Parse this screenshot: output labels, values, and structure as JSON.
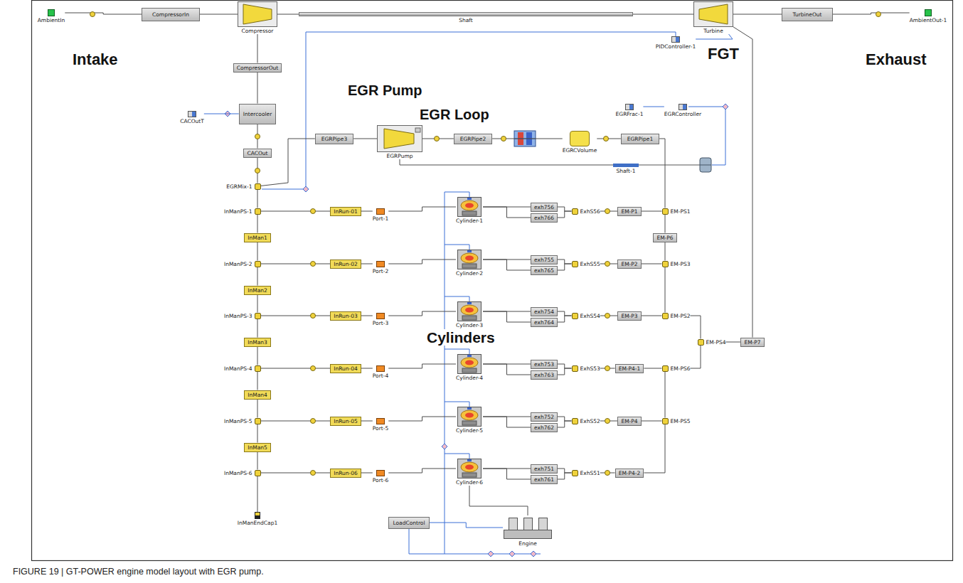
{
  "diagram": {
    "caption": "FIGURE 19 | GT-POWER engine model layout with EGR pump.",
    "nodes": [
      {
        "text": [
          "AmbientIn"
        ]
      },
      {
        "text": [
          "CompressorIn"
        ]
      },
      {
        "text": [
          "Compressor"
        ]
      },
      {
        "text": [
          "Shaft"
        ]
      },
      {
        "text": [
          "Turbine"
        ]
      },
      {
        "text": [
          "TurbineOut"
        ]
      },
      {
        "text": [
          "AmbientOut-1"
        ]
      },
      {
        "text": [
          "PIDController-1"
        ]
      },
      {
        "text": [
          "CompressorOut"
        ]
      },
      {
        "text": [
          "EGRFrac-1"
        ]
      },
      {
        "text": [
          "EGRController"
        ]
      },
      {
        "text": [
          "CACOutT"
        ]
      },
      {
        "text": [
          "Intercooler"
        ]
      },
      {
        "text": [
          "CACOut"
        ]
      },
      {
        "text": [
          "EGRPipe3"
        ]
      },
      {
        "text": [
          "EGRPump"
        ]
      },
      {
        "text": [
          "EGRPipe2"
        ]
      },
      {
        "text": [
          "EGRCVolume"
        ]
      },
      {
        "text": [
          "EGRPipe1"
        ]
      },
      {
        "text": [
          "Shaft-1"
        ]
      },
      {
        "text": [
          "EGRMix-1"
        ]
      },
      {
        "text": [
          "InManPS-1"
        ]
      },
      {
        "text": [
          "InRun-01"
        ]
      },
      {
        "text": [
          "Port-1"
        ]
      },
      {
        "text": [
          "Cylinder-1"
        ]
      },
      {
        "text": [
          "exh756"
        ]
      },
      {
        "text": [
          "exh766"
        ]
      },
      {
        "text": [
          "ExhS56"
        ]
      },
      {
        "text": [
          "EM-P1"
        ]
      },
      {
        "text": [
          "EM-PS1"
        ]
      },
      {
        "text": [
          "InManPS-2"
        ]
      },
      {
        "text": [
          "InRun-02"
        ]
      },
      {
        "text": [
          "Port-2"
        ]
      },
      {
        "text": [
          "Cylinder-2"
        ]
      },
      {
        "text": [
          "exh755"
        ]
      },
      {
        "text": [
          "exh765"
        ]
      },
      {
        "text": [
          "ExhS55"
        ]
      },
      {
        "text": [
          "EM-P2"
        ]
      },
      {
        "text": [
          "EM-PS3"
        ]
      },
      {
        "text": [
          "InManPS-3"
        ]
      },
      {
        "text": [
          "InRun-03"
        ]
      },
      {
        "text": [
          "Port-3"
        ]
      },
      {
        "text": [
          "Cylinder-3"
        ]
      },
      {
        "text": [
          "exh754"
        ]
      },
      {
        "text": [
          "exh764"
        ]
      },
      {
        "text": [
          "ExhS54"
        ]
      },
      {
        "text": [
          "EM-P3"
        ]
      },
      {
        "text": [
          "EM-PS2"
        ]
      },
      {
        "text": [
          "InManPS-4"
        ]
      },
      {
        "text": [
          "InRun-04"
        ]
      },
      {
        "text": [
          "Port-4"
        ]
      },
      {
        "text": [
          "Cylinder-4"
        ]
      },
      {
        "text": [
          "exh753"
        ]
      },
      {
        "text": [
          "exh763"
        ]
      },
      {
        "text": [
          "ExhS53"
        ]
      },
      {
        "text": [
          "EM-P4-1"
        ]
      },
      {
        "text": [
          "EM-PS6"
        ]
      },
      {
        "text": [
          "InManPS-5"
        ]
      },
      {
        "text": [
          "InRun-05"
        ]
      },
      {
        "text": [
          "Port-5"
        ]
      },
      {
        "text": [
          "Cylinder-5"
        ]
      },
      {
        "text": [
          "exh752"
        ]
      },
      {
        "text": [
          "exh762"
        ]
      },
      {
        "text": [
          "ExhS52"
        ]
      },
      {
        "text": [
          "EM-P4"
        ]
      },
      {
        "text": [
          "EM-PS5"
        ]
      },
      {
        "text": [
          "InManPS-6"
        ]
      },
      {
        "text": [
          "InRun-06"
        ]
      },
      {
        "text": [
          "Port-6"
        ]
      },
      {
        "text": [
          "Cylinder-6"
        ]
      },
      {
        "text": [
          "exh751"
        ]
      },
      {
        "text": [
          "exh761"
        ]
      },
      {
        "text": [
          "ExhS51"
        ]
      },
      {
        "text": [
          "EM-P4-2"
        ]
      },
      {
        "text": [
          "InMan1"
        ]
      },
      {
        "text": [
          "InMan2"
        ]
      },
      {
        "text": [
          "InMan3"
        ]
      },
      {
        "text": [
          "InMan4"
        ]
      },
      {
        "text": [
          "InMan5"
        ]
      },
      {
        "text": [
          "InManEndCap1"
        ]
      },
      {
        "text": [
          "EM-P6"
        ]
      },
      {
        "text": [
          "EM-PS4"
        ]
      },
      {
        "text": [
          "EM-P7"
        ]
      },
      {
        "text": [
          "LoadControl"
        ]
      },
      {
        "text": [
          "Engine"
        ]
      }
    ],
    "edges": [
      {
        "from": 0,
        "to": 1,
        "arrow": "none"
      },
      {
        "from": 1,
        "to": 2,
        "arrow": "none"
      },
      {
        "from": 2,
        "to": 3,
        "arrow": "none"
      },
      {
        "from": 3,
        "to": 4,
        "arrow": "none"
      },
      {
        "from": 4,
        "to": 5,
        "arrow": "none"
      },
      {
        "from": 5,
        "to": 6,
        "arrow": "none"
      },
      {
        "from": 7,
        "to": 4,
        "arrow": "none"
      },
      {
        "from": 2,
        "to": 8,
        "arrow": "none"
      },
      {
        "from": 8,
        "to": 12,
        "arrow": "none"
      },
      {
        "from": 11,
        "to": 12,
        "arrow": "none"
      },
      {
        "from": 12,
        "to": 13,
        "arrow": "none"
      },
      {
        "from": 13,
        "to": 20,
        "arrow": "none"
      },
      {
        "from": 14,
        "to": 20,
        "arrow": "none"
      },
      {
        "from": 14,
        "to": 15,
        "arrow": "none"
      },
      {
        "from": 15,
        "to": 16,
        "arrow": "none"
      },
      {
        "from": 16,
        "to": 17,
        "arrow": "none"
      },
      {
        "from": 17,
        "to": 18,
        "arrow": "none"
      },
      {
        "from": 18,
        "to": 29,
        "arrow": "none"
      },
      {
        "from": 15,
        "to": 19,
        "arrow": "none"
      },
      {
        "from": 9,
        "to": 10,
        "arrow": "none"
      },
      {
        "from": 20,
        "to": 21,
        "arrow": "none"
      },
      {
        "from": 21,
        "to": 74,
        "arrow": "none"
      },
      {
        "from": 74,
        "to": 30,
        "arrow": "none"
      },
      {
        "from": 30,
        "to": 75,
        "arrow": "none"
      },
      {
        "from": 75,
        "to": 39,
        "arrow": "none"
      },
      {
        "from": 39,
        "to": 76,
        "arrow": "none"
      },
      {
        "from": 76,
        "to": 48,
        "arrow": "none"
      },
      {
        "from": 48,
        "to": 77,
        "arrow": "none"
      },
      {
        "from": 77,
        "to": 57,
        "arrow": "none"
      },
      {
        "from": 57,
        "to": 78,
        "arrow": "none"
      },
      {
        "from": 78,
        "to": 66,
        "arrow": "none"
      },
      {
        "from": 66,
        "to": 79,
        "arrow": "none"
      },
      {
        "from": 21,
        "to": 22,
        "arrow": "none"
      },
      {
        "from": 22,
        "to": 23,
        "arrow": "none"
      },
      {
        "from": 23,
        "to": 24,
        "arrow": "none"
      },
      {
        "from": 24,
        "to": 25,
        "arrow": "none"
      },
      {
        "from": 24,
        "to": 26,
        "arrow": "none"
      },
      {
        "from": 25,
        "to": 27,
        "arrow": "none"
      },
      {
        "from": 26,
        "to": 27,
        "arrow": "none"
      },
      {
        "from": 27,
        "to": 28,
        "arrow": "none"
      },
      {
        "from": 28,
        "to": 29,
        "arrow": "none"
      },
      {
        "from": 30,
        "to": 31,
        "arrow": "none"
      },
      {
        "from": 31,
        "to": 32,
        "arrow": "none"
      },
      {
        "from": 32,
        "to": 33,
        "arrow": "none"
      },
      {
        "from": 33,
        "to": 34,
        "arrow": "none"
      },
      {
        "from": 33,
        "to": 35,
        "arrow": "none"
      },
      {
        "from": 34,
        "to": 36,
        "arrow": "none"
      },
      {
        "from": 35,
        "to": 36,
        "arrow": "none"
      },
      {
        "from": 36,
        "to": 37,
        "arrow": "none"
      },
      {
        "from": 37,
        "to": 38,
        "arrow": "none"
      },
      {
        "from": 39,
        "to": 40,
        "arrow": "none"
      },
      {
        "from": 40,
        "to": 41,
        "arrow": "none"
      },
      {
        "from": 41,
        "to": 42,
        "arrow": "none"
      },
      {
        "from": 42,
        "to": 43,
        "arrow": "none"
      },
      {
        "from": 42,
        "to": 44,
        "arrow": "none"
      },
      {
        "from": 43,
        "to": 45,
        "arrow": "none"
      },
      {
        "from": 44,
        "to": 45,
        "arrow": "none"
      },
      {
        "from": 45,
        "to": 46,
        "arrow": "none"
      },
      {
        "from": 46,
        "to": 47,
        "arrow": "none"
      },
      {
        "from": 48,
        "to": 49,
        "arrow": "none"
      },
      {
        "from": 49,
        "to": 50,
        "arrow": "none"
      },
      {
        "from": 50,
        "to": 51,
        "arrow": "none"
      },
      {
        "from": 51,
        "to": 52,
        "arrow": "none"
      },
      {
        "from": 51,
        "to": 53,
        "arrow": "none"
      },
      {
        "from": 52,
        "to": 54,
        "arrow": "none"
      },
      {
        "from": 53,
        "to": 54,
        "arrow": "none"
      },
      {
        "from": 54,
        "to": 55,
        "arrow": "none"
      },
      {
        "from": 55,
        "to": 56,
        "arrow": "none"
      },
      {
        "from": 57,
        "to": 58,
        "arrow": "none"
      },
      {
        "from": 58,
        "to": 59,
        "arrow": "none"
      },
      {
        "from": 59,
        "to": 60,
        "arrow": "none"
      },
      {
        "from": 60,
        "to": 61,
        "arrow": "none"
      },
      {
        "from": 60,
        "to": 62,
        "arrow": "none"
      },
      {
        "from": 61,
        "to": 63,
        "arrow": "none"
      },
      {
        "from": 62,
        "to": 63,
        "arrow": "none"
      },
      {
        "from": 63,
        "to": 64,
        "arrow": "none"
      },
      {
        "from": 64,
        "to": 65,
        "arrow": "none"
      },
      {
        "from": 66,
        "to": 67,
        "arrow": "none"
      },
      {
        "from": 67,
        "to": 68,
        "arrow": "none"
      },
      {
        "from": 68,
        "to": 69,
        "arrow": "none"
      },
      {
        "from": 69,
        "to": 70,
        "arrow": "none"
      },
      {
        "from": 69,
        "to": 71,
        "arrow": "none"
      },
      {
        "from": 70,
        "to": 72,
        "arrow": "none"
      },
      {
        "from": 71,
        "to": 72,
        "arrow": "none"
      },
      {
        "from": 72,
        "to": 73,
        "arrow": "none"
      },
      {
        "from": 73,
        "to": 65,
        "arrow": "none"
      },
      {
        "from": 29,
        "to": 80,
        "arrow": "none"
      },
      {
        "from": 80,
        "to": 38,
        "arrow": "none"
      },
      {
        "from": 38,
        "to": 47,
        "arrow": "none"
      },
      {
        "from": 47,
        "to": 81,
        "arrow": "none"
      },
      {
        "from": 65,
        "to": 56,
        "arrow": "none"
      },
      {
        "from": 56,
        "to": 81,
        "arrow": "none"
      },
      {
        "from": 81,
        "to": 82,
        "arrow": "none"
      },
      {
        "from": 82,
        "to": 4,
        "arrow": "none"
      },
      {
        "from": 69,
        "to": 84,
        "arrow": "none"
      },
      {
        "from": 83,
        "to": 84,
        "arrow": "none"
      }
    ],
    "labels": [
      "Intake",
      "FGT",
      "Exhaust",
      "EGR Pump",
      "EGR Loop",
      "Cylinders"
    ]
  }
}
